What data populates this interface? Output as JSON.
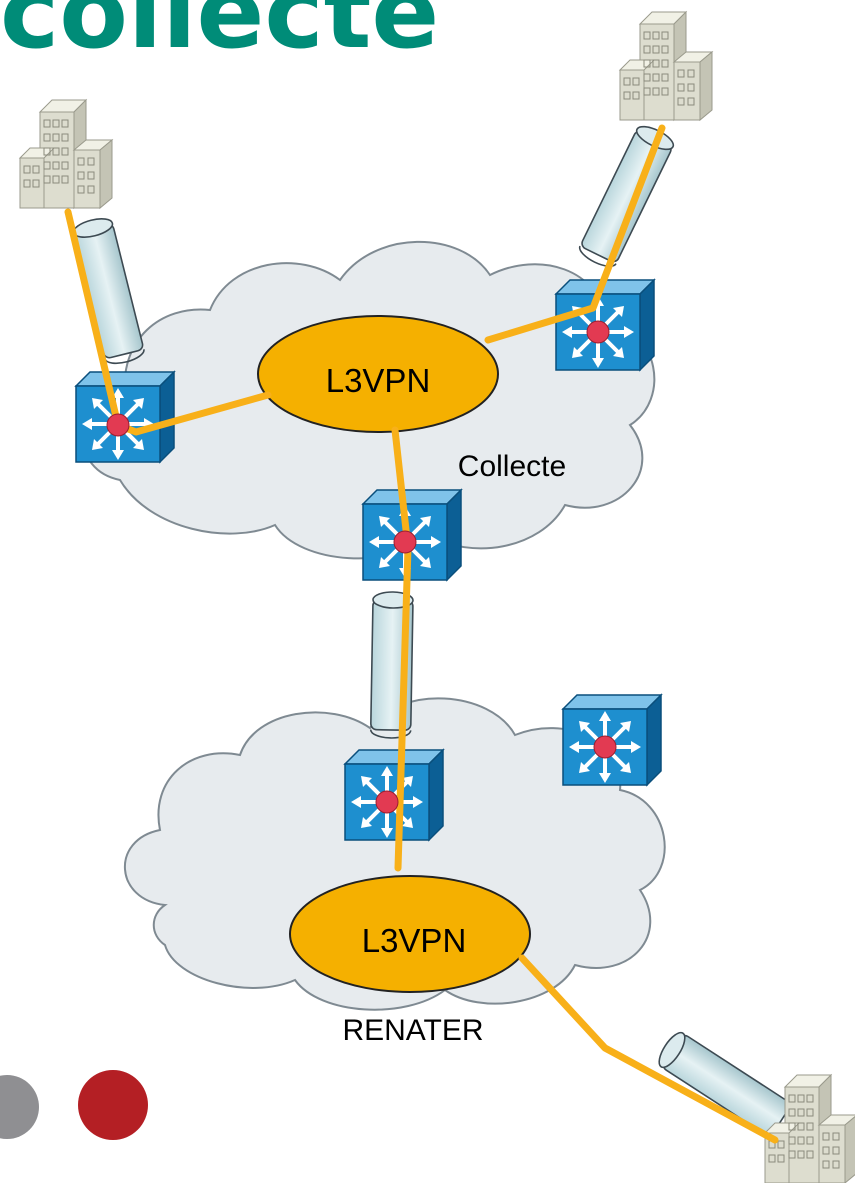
{
  "title": "collecte",
  "clouds": {
    "collecte": {
      "label": "Collecte"
    },
    "renater": {
      "label": "RENATER"
    }
  },
  "vpn": {
    "collecte": {
      "label": "L3VPN"
    },
    "renater": {
      "label": "L3VPN"
    }
  },
  "colors": {
    "title": "#008c78",
    "cloud_fill": "#e7ebee",
    "cloud_stroke": "#7f8a92",
    "vpn_fill": "#f5b000",
    "link": "#f8b019",
    "switch_face": "#1e8fcf",
    "switch_side": "#0c5f95",
    "router_dot": "#e23a52",
    "building": "#ddddcf",
    "bullet_grey": "#8f8f92",
    "bullet_red": "#b41f24"
  },
  "icons": [
    "building-icon",
    "layer3-switch-icon",
    "fiber-tube-icon",
    "cloud-icon"
  ]
}
